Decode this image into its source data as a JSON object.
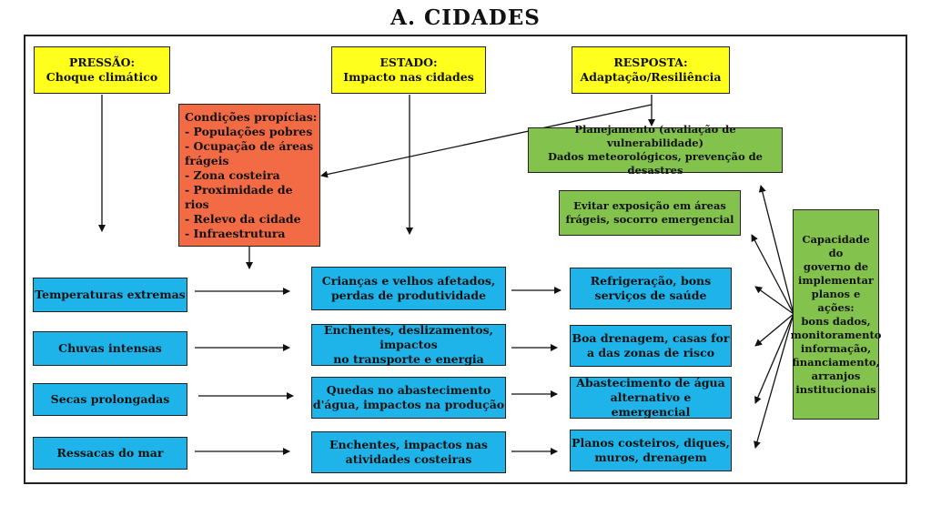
{
  "title": "A.  CIDADES",
  "headers": {
    "pressao": {
      "line1": "PRESSÃO:",
      "line2": "Choque climático"
    },
    "estado": {
      "line1": "ESTADO:",
      "line2": "Impacto nas cidades"
    },
    "resposta": {
      "line1": "RESPOSTA:",
      "line2": "Adaptação/Resiliência"
    }
  },
  "condicoes": {
    "title": "Condições propícias:",
    "items": [
      "- Populações pobres",
      "- Ocupação de áreas",
      "frágeis",
      "- Zona costeira",
      "- Proximidade de rios",
      "- Relevo da cidade",
      "- Infraestrutura"
    ]
  },
  "green": {
    "planejamento": {
      "line1": "Planejamento (avaliação de vulnerabilidade)",
      "line2": "Dados meteorológicos, prevenção de desastres"
    },
    "evitar": {
      "line1": "Evitar exposição em áreas",
      "line2": "frágeis, socorro emergencial"
    },
    "capacidade": [
      "Capacidade do",
      "governo de",
      "implementar",
      "planos e ações:",
      "bons dados,",
      "monitoramento",
      "informação,",
      "financiamento,",
      "arranjos",
      "institucionais"
    ]
  },
  "rows": [
    {
      "pressao": [
        "Temperaturas extremas"
      ],
      "estado": [
        "Crianças e velhos afetados,",
        "perdas de produtividade"
      ],
      "resposta": [
        "Refrigeração, bons",
        "serviços de saúde"
      ]
    },
    {
      "pressao": [
        "Chuvas intensas"
      ],
      "estado": [
        "Enchentes, deslizamentos, impactos",
        "no transporte e energia"
      ],
      "resposta": [
        "Boa drenagem, casas for",
        "a das zonas de risco"
      ]
    },
    {
      "pressao": [
        "Secas prolongadas"
      ],
      "estado": [
        "Quedas no abastecimento",
        "d'água, impactos na produção"
      ],
      "resposta": [
        "Abastecimento de água",
        "alternativo e emergencial"
      ]
    },
    {
      "pressao": [
        "Ressacas do mar"
      ],
      "estado": [
        "Enchentes, impactos nas",
        "atividades costeiras"
      ],
      "resposta": [
        "Planos costeiros, diques,",
        "muros, drenagem"
      ]
    }
  ]
}
